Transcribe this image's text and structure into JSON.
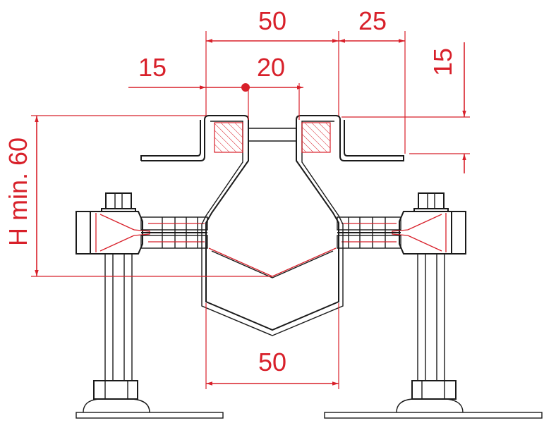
{
  "drawing": {
    "colors": {
      "dimension": "#d8202a",
      "part": "#1a1a1a",
      "background": "#ffffff"
    },
    "dimensions": {
      "top_width": "50",
      "top_right": "25",
      "left_offset": "15",
      "center_offset": "20",
      "right_vertical": "15",
      "height_label": "H min. 60",
      "bottom_width": "50"
    }
  }
}
